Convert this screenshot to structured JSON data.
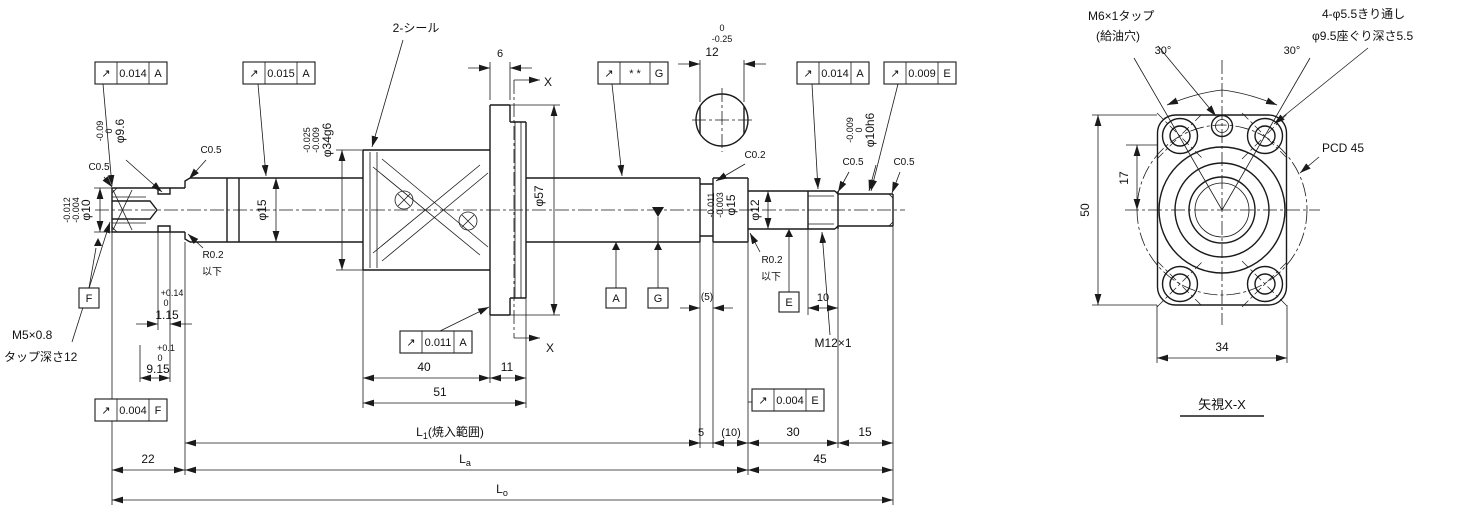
{
  "drawing": {
    "bg": "#ffffff",
    "line_color": "#1a1a1a"
  },
  "tolerance_frames": [
    {
      "symbol": "↗",
      "value": "0.014",
      "datum": "A"
    },
    {
      "symbol": "↗",
      "value": "0.015",
      "datum": "A"
    },
    {
      "symbol": "↗",
      "value": "* *",
      "datum": "G"
    },
    {
      "symbol": "↗",
      "value": "0.014",
      "datum": "A"
    },
    {
      "symbol": "↗",
      "value": "0.009",
      "datum": "E"
    },
    {
      "symbol": "↗",
      "value": "0.011",
      "datum": "A"
    },
    {
      "symbol": "↗",
      "value": "0.004",
      "datum": "F"
    },
    {
      "symbol": "↗",
      "value": "0.004",
      "datum": "E"
    }
  ],
  "datum_labels": {
    "f": "F",
    "a": "A",
    "g": "G",
    "e": "E"
  },
  "diameters": {
    "phi10": {
      "label": "φ10",
      "tol_upper": "-0.004",
      "tol_lower": "-0.012"
    },
    "phi9_6": {
      "label": "φ9.6",
      "tol_upper": "0",
      "tol_lower": "-0.09"
    },
    "phi15_left": {
      "label": "φ15"
    },
    "phi34": {
      "label": "φ34g6",
      "tol_upper": "-0.009",
      "tol_lower": "-0.025"
    },
    "phi57": {
      "label": "φ57"
    },
    "phi15_right": {
      "label": "φ15",
      "tol_upper": "-0.003",
      "tol_lower": "-0.011"
    },
    "phi12": {
      "label": "φ12"
    },
    "phi10h6": {
      "label": "φ10h6",
      "tol_upper": "0",
      "tol_lower": "-0.009"
    }
  },
  "chamfers": {
    "left_end": "C0.5",
    "left_step": "C0.5",
    "groove_right": "C0.2",
    "thread_end": "C0.5",
    "right_end": "C0.5"
  },
  "fillets": {
    "left": {
      "line1": "R0.2",
      "line2": "以下"
    },
    "right": {
      "line1": "R0.2",
      "line2": "以下"
    }
  },
  "notes": {
    "seals": "2-シール",
    "left_tap_line1": "M5×0.8",
    "left_tap_line2": "タップ深さ12",
    "right_thread": "M12×1"
  },
  "top_dims": {
    "seal_width": "6",
    "flats": {
      "value": "12",
      "tol_upper": "0",
      "tol_lower": "-0.25"
    }
  },
  "section": {
    "top": "X",
    "bottom": "X"
  },
  "small_dims": {
    "groove_width": {
      "value": "1.15",
      "tol_upper": "+0.14",
      "tol_lower": "0"
    },
    "groove_pos": {
      "value": "9.15",
      "tol_upper": "+0.1",
      "tol_lower": "0"
    },
    "relief": "(5)",
    "thread_len": "10"
  },
  "chain_dims": {
    "nut_body": "40",
    "flange": "11",
    "nut_total": "51",
    "hardened": {
      "main": "L",
      "sub": "1",
      "note": "(焼入範囲)"
    },
    "groove5": "5",
    "ten": "(10)",
    "thirty": "30",
    "fifteen": "15",
    "left_end": "22",
    "la": {
      "main": "L",
      "sub": "a"
    },
    "right_end": "45",
    "lo": {
      "main": "L",
      "sub": "o"
    }
  },
  "end_view": {
    "oil_tap_line1": "M6×1タップ",
    "oil_tap_line2": "(給油穴)",
    "bolt_holes_line1": "4-φ5.5きり通し",
    "bolt_holes_line2": "φ9.5座ぐり深さ5.5",
    "angle_left": "30°",
    "angle_right": "30°",
    "pcd": "PCD 45",
    "dim17": "17",
    "dim50": "50",
    "dim34": "34",
    "view_label": "矢視X-X"
  }
}
